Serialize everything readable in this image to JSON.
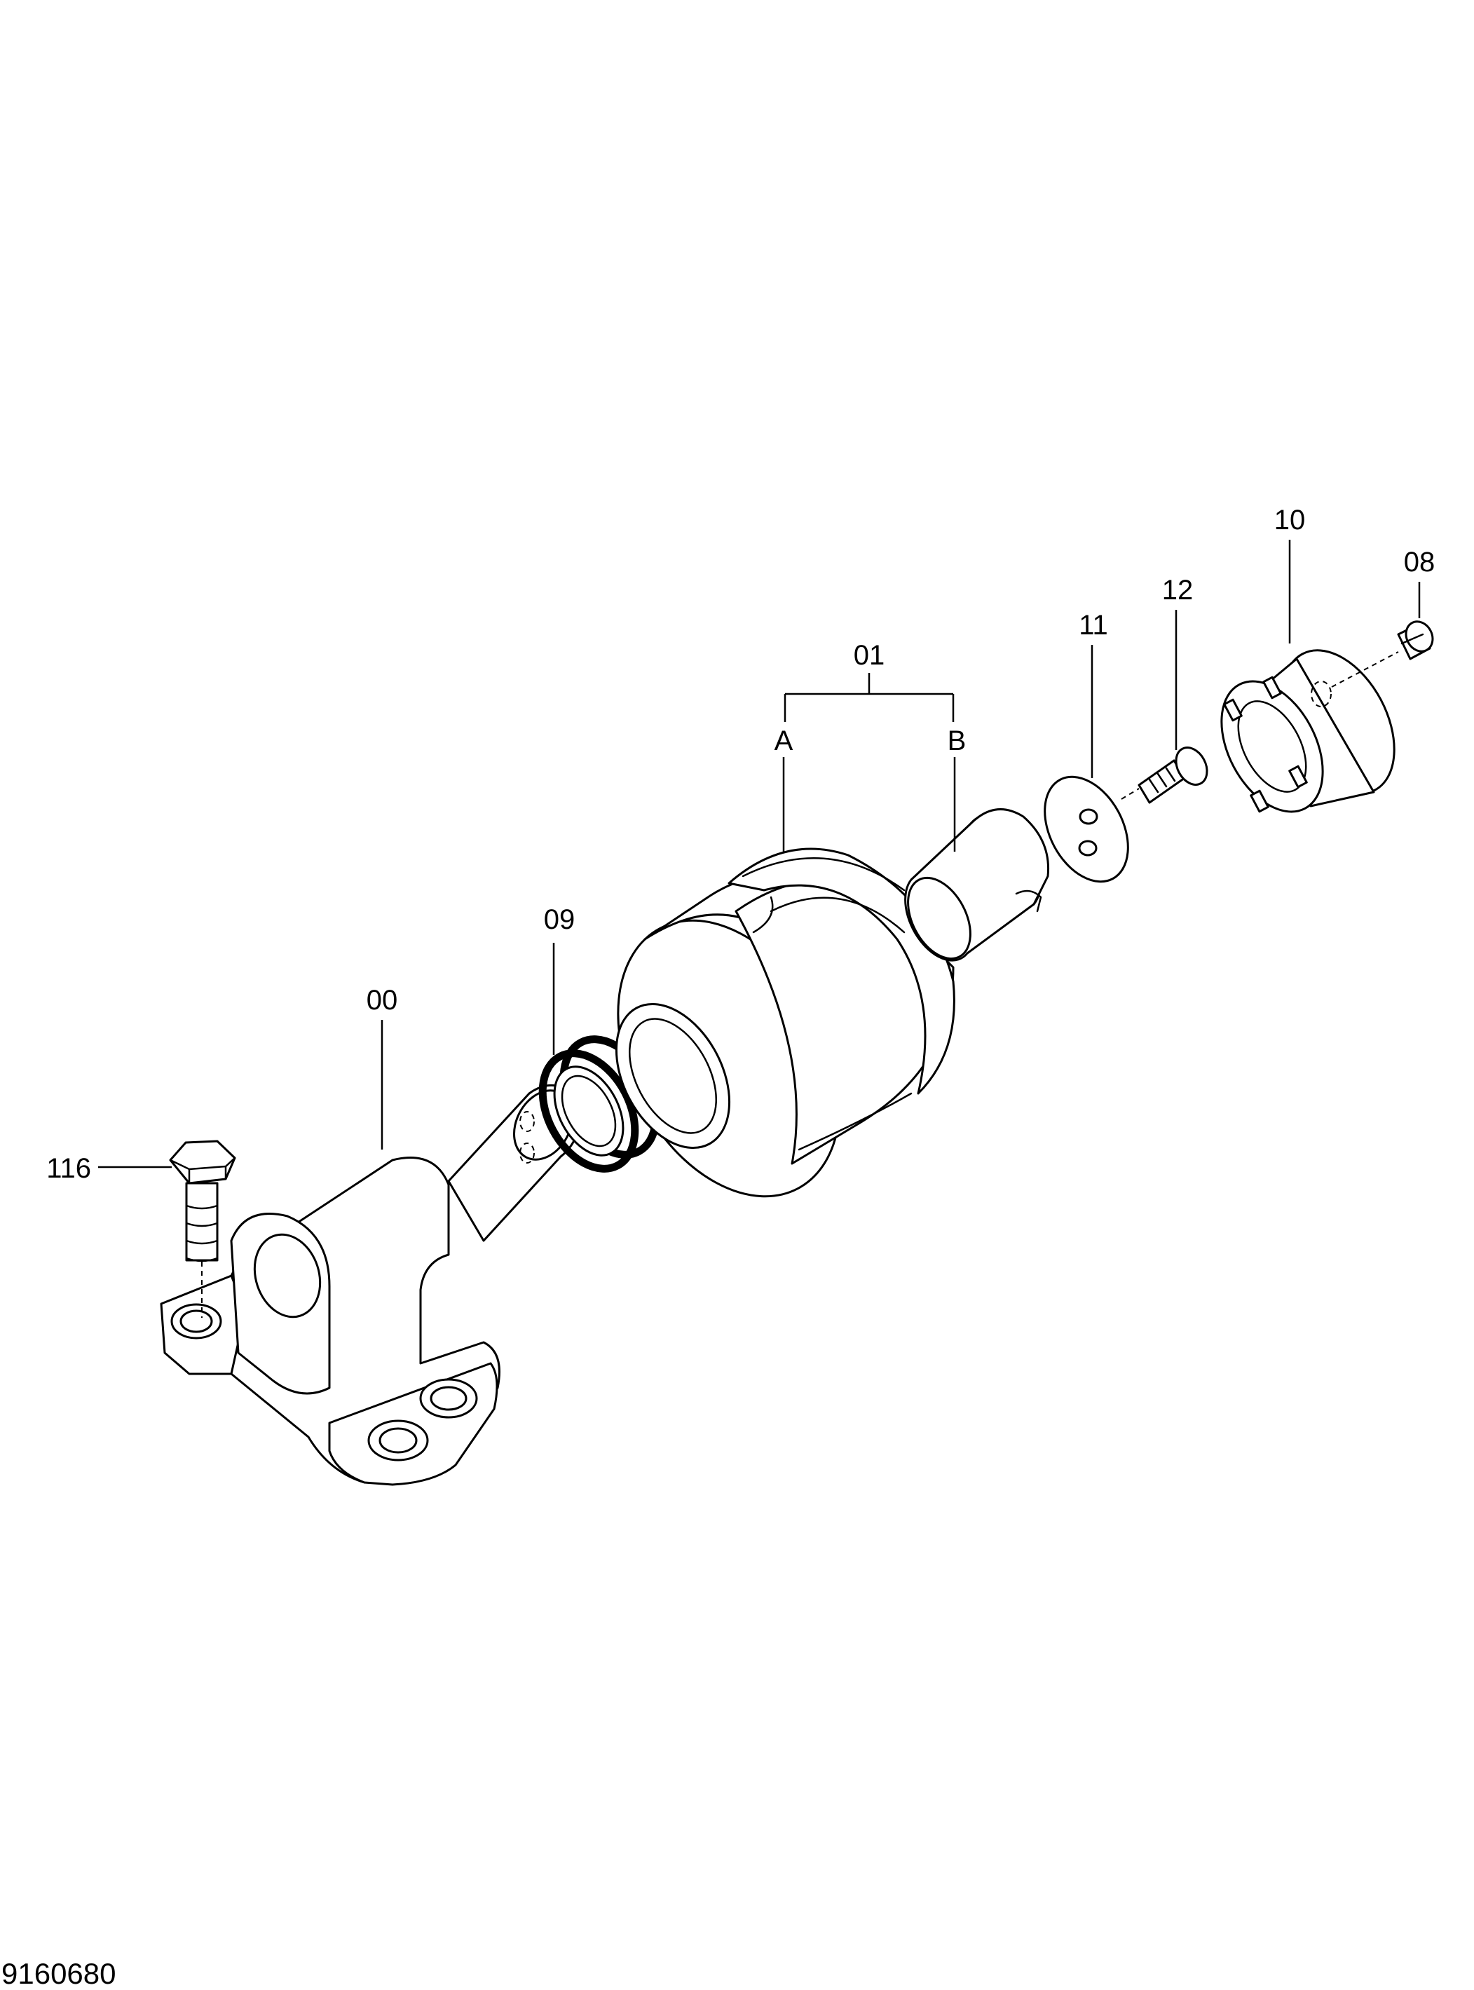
{
  "labels": {
    "p00": "00",
    "p01": "01",
    "a": "A",
    "b": "B",
    "p09": "09",
    "p11": "11",
    "p12": "12",
    "p10": "10",
    "p08": "08",
    "p116": "116"
  },
  "drawing_number": "9160680"
}
